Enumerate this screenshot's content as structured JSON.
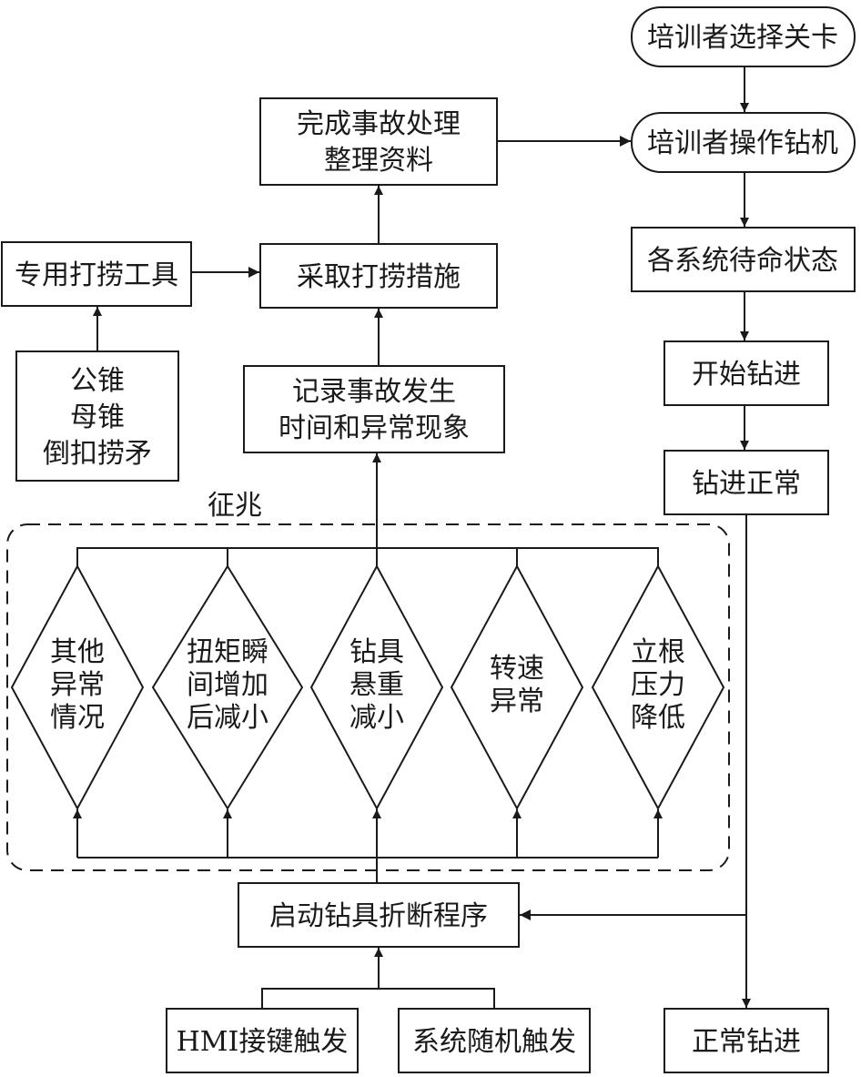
{
  "nodes": {
    "select_level": "培训者选择关卡",
    "operate_rig": "培训者操作钻机",
    "standby": "各系统待命状态",
    "start_drill": "开始钻进",
    "drill_normal": "钻进正常",
    "normal_drilling": "正常钻进",
    "complete": [
      "完成事故处理",
      "整理资料"
    ],
    "fishing": "采取打捞措施",
    "fishing_tools": "专用打捞工具",
    "tool_types": [
      "公锥",
      "母锥",
      "倒扣捞矛"
    ],
    "record": [
      "记录事故发生",
      "时间和异常现象"
    ],
    "start_break": "启动钻具折断程序",
    "hmi_trigger": "HMI接键触发",
    "random_trigger": "系统随机触发"
  },
  "symptom_group": {
    "label": "征兆",
    "items": [
      [
        "其他",
        "异常",
        "情况"
      ],
      [
        "扭矩瞬",
        "间增加",
        "后减小"
      ],
      [
        "钻具",
        "悬重",
        "减小"
      ],
      [
        "转速",
        "异常"
      ],
      [
        "立根",
        "压力",
        "降低"
      ]
    ]
  },
  "colors": {
    "stroke": "#1a1a1a",
    "background": "#ffffff"
  }
}
